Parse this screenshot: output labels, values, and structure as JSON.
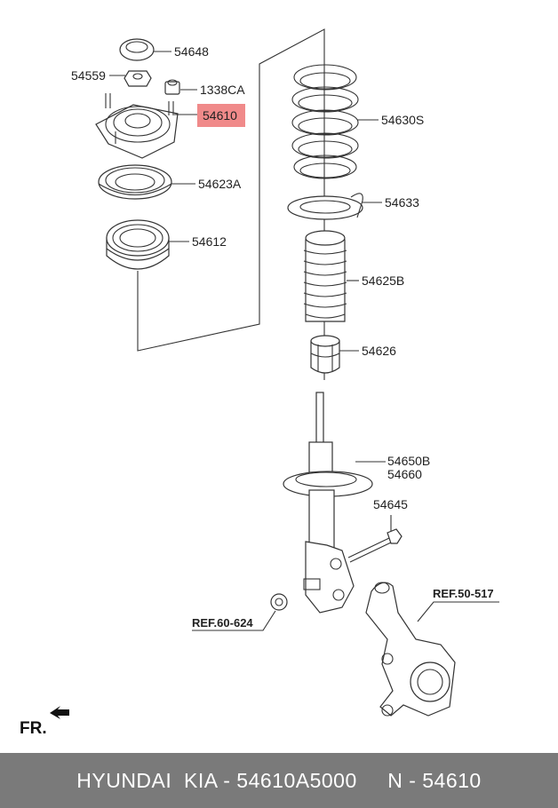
{
  "labels": {
    "p54648": "54648",
    "p54559": "54559",
    "p1338ca": "1338CA",
    "p54610": "54610",
    "p54623a": "54623A",
    "p54612": "54612",
    "p54630s": "54630S",
    "p54633": "54633",
    "p54625b": "54625B",
    "p54626": "54626",
    "p54650b": "54650B",
    "p54660": "54660",
    "p54645": "54645"
  },
  "refs": {
    "ref60": "REF.60-624",
    "ref50": "REF.50-517"
  },
  "front_label": "FR.",
  "highlight_color": "#f08a8a",
  "footer": {
    "text": "HYUNDAI  KIA - 54610A5000     N - 54610",
    "background": "#7a7a7a"
  }
}
